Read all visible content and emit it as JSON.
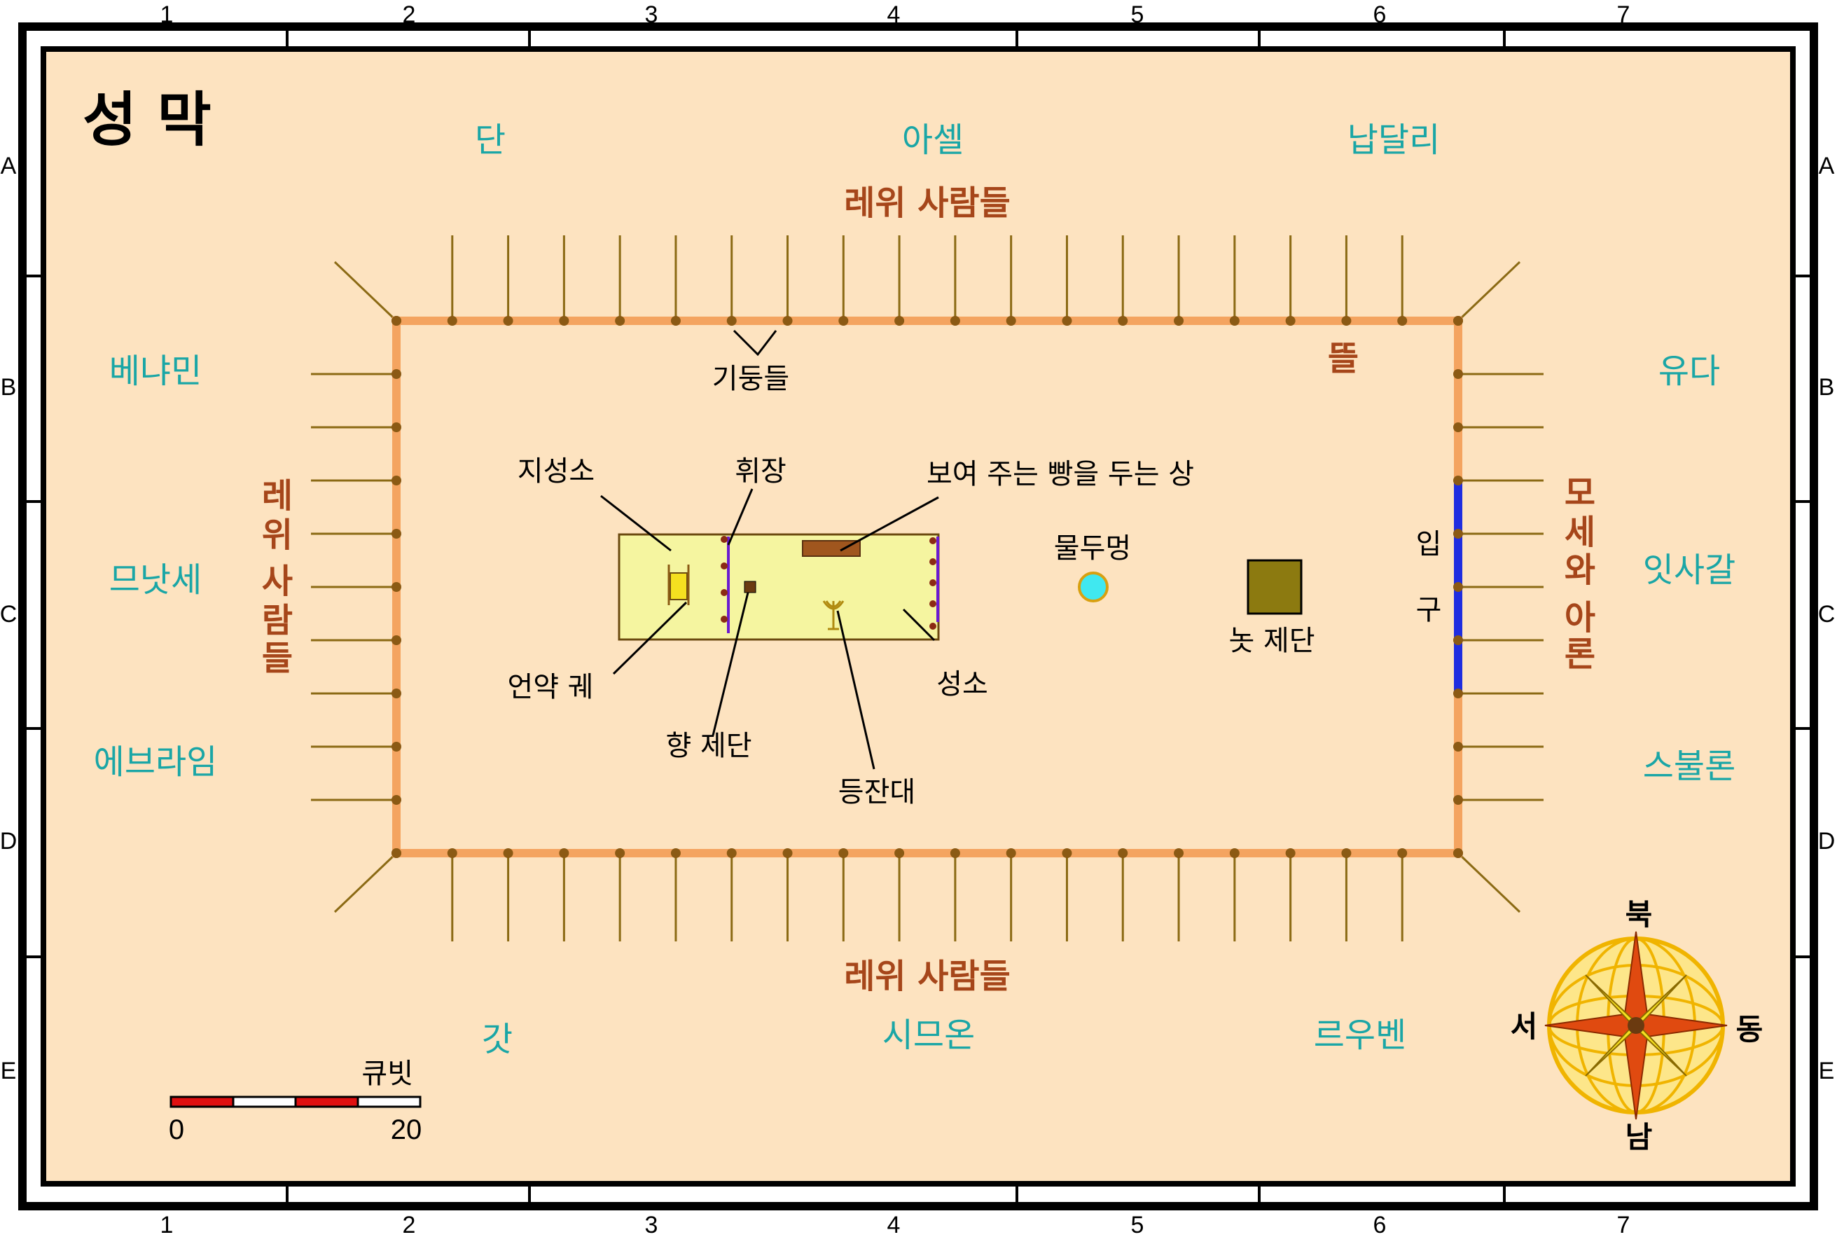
{
  "map": {
    "title": "성 막",
    "grid": {
      "columns": [
        "1",
        "2",
        "3",
        "4",
        "5",
        "6",
        "7"
      ],
      "rows": [
        "A",
        "B",
        "C",
        "D",
        "E"
      ]
    },
    "tribes": {
      "north": [
        "단",
        "아셀",
        "납달리"
      ],
      "west": [
        "베냐민",
        "므낫세",
        "에브라임"
      ],
      "east": [
        "유다",
        "잇사갈",
        "스불론"
      ],
      "south": [
        "갓",
        "시므온",
        "르우벤"
      ]
    },
    "levites": {
      "north": "레위 사람들",
      "south": "레위 사람들",
      "west_chars": [
        "레",
        "위",
        "사",
        "람",
        "들"
      ],
      "east_chars": [
        "모",
        "세",
        "와",
        "아",
        "론"
      ]
    },
    "labels": {
      "pillars": "기둥들",
      "courtyard": "뜰",
      "holy_of_holies": "지성소",
      "veil": "휘장",
      "showbread_table": "보여 주는 빵을 두는 상",
      "laver": "물두멍",
      "entrance_chars": [
        "입",
        "구"
      ],
      "ark": "언약 궤",
      "incense_altar": "향 제단",
      "lampstand": "등잔대",
      "holy_place": "성소",
      "bronze_altar": "놋 제단"
    },
    "compass": {
      "north": "북",
      "south": "남",
      "west": "서",
      "east": "동"
    },
    "scale": {
      "unit": "큐빗",
      "min": "0",
      "max": "20"
    },
    "colors": {
      "parchment": "#fde3c0",
      "tribe_text": "#1aa6a6",
      "levite_text": "#a6461a",
      "court_fence": "#f4a460",
      "pillar": "#8b5a14",
      "tent": "#f5f5a0",
      "entrance": "#1f2de0",
      "laver": "#40e8f0",
      "bronze_altar": "#8c7a10",
      "scale_red": "#e01010"
    }
  }
}
